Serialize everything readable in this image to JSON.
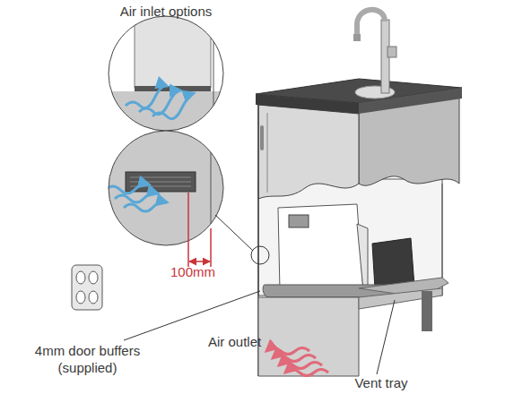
{
  "diagram": {
    "labels": [
      "Air inlet options",
      "100mm",
      "4mm door buffers (supplied)",
      "Air outlet",
      "Vent tray"
    ]
  }
}
